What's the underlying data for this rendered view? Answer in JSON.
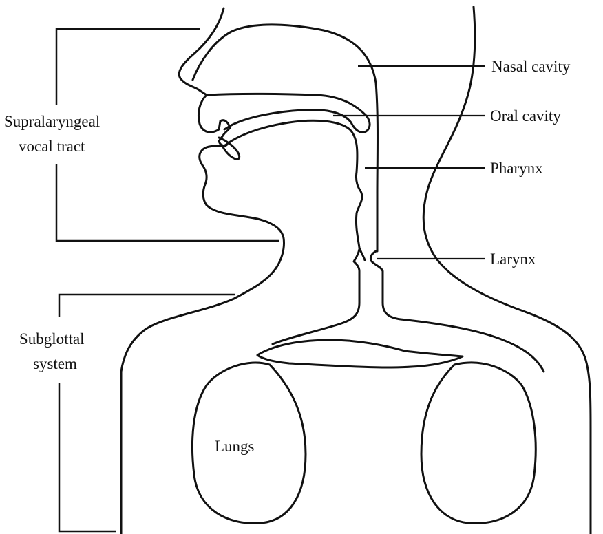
{
  "colors": {
    "ink": "#111111",
    "background": "#ffffff"
  },
  "labels": {
    "nasal_cavity": "Nasal cavity",
    "oral_cavity": "Oral cavity",
    "pharynx": "Pharynx",
    "larynx": "Larynx",
    "lungs": "Lungs",
    "supralaryngeal_line1": "Supralaryngeal",
    "supralaryngeal_line2": "vocal tract",
    "subglottal_line1": "Subglottal",
    "subglottal_line2": "system"
  }
}
